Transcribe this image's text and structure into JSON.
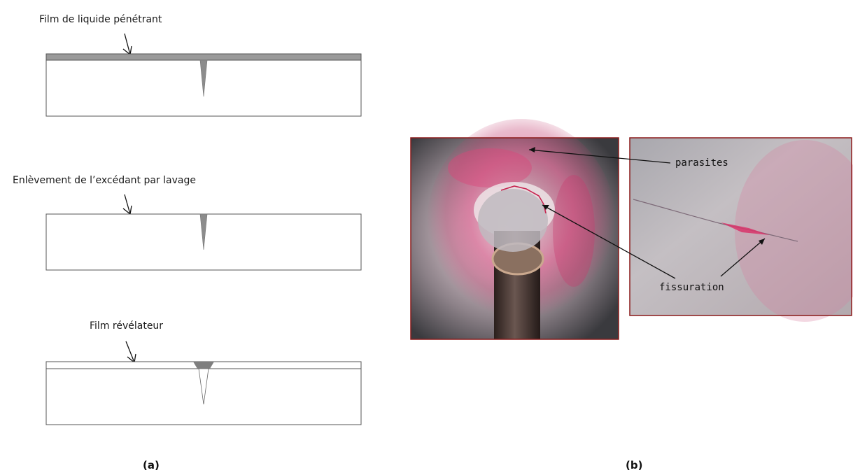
{
  "diagram_a": {
    "step1_label": "Film de liquide pénétrant",
    "step2_label": "Enlèvement de l’excédant par lavage",
    "step3_label": "Film révélateur",
    "panel_label": "(a)"
  },
  "photos_b": {
    "parasites_label": "parasites",
    "fissuration_label": "fissuration",
    "panel_label": "(b)"
  },
  "colors": {
    "penetrant": "#9a9a9a",
    "outline": "#555555",
    "photo_border": "#8b1a1a",
    "indication": "#d33a6a"
  }
}
